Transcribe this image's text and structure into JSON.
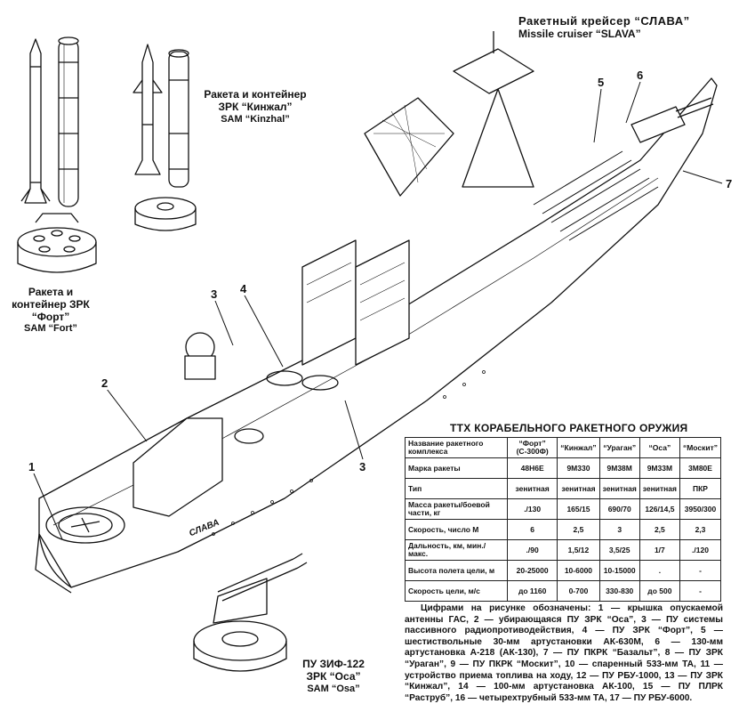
{
  "header": {
    "title_ru": "Ракетный крейсер “СЛАВА”",
    "title_en": "Missile cruiser “SLAVA”"
  },
  "captions": {
    "kinzhal_ru": "Ракета и контейнер ЗРК “Кинжал”",
    "kinzhal_en": "SAM “Kinzhal”",
    "fort_ru": "Ракета и контейнер ЗРК “Форт”",
    "fort_en": "SAM “Fort”",
    "osa_ru": "ПУ ЗИФ-122 ЗРК “Оса”",
    "osa_en": "SAM “Osa”"
  },
  "hull_name": "СЛАВА",
  "callouts": [
    "1",
    "2",
    "3",
    "4",
    "5",
    "6",
    "7",
    "3"
  ],
  "ttx": {
    "title": "ТТХ КОРАБЕЛЬНОГО РАКЕТНОГО ОРУЖИЯ",
    "columns": [
      "Название ракетного комплекса",
      "“Форт” (С-300Ф)",
      "“Кинжал”",
      "“Ураган”",
      "“Оса”",
      "“Москит”"
    ],
    "rows": [
      [
        "Марка ракеты",
        "48Н6Е",
        "9М330",
        "9М38М",
        "9М33М",
        "3М80Е"
      ],
      [
        "Тип",
        "зенитная",
        "зенитная",
        "зенитная",
        "зенитная",
        "ПКР"
      ],
      [
        "Масса ракеты/боевой части, кг",
        "./130",
        "165/15",
        "690/70",
        "126/14,5",
        "3950/300"
      ],
      [
        "Скорость, число М",
        "6",
        "2,5",
        "3",
        "2,5",
        "2,3"
      ],
      [
        "Дальность, км, мин./ макс.",
        "./90",
        "1,5/12",
        "3,5/25",
        "1/7",
        "./120"
      ],
      [
        "Высота полета цели, м",
        "20-25000",
        "10-6000",
        "10-15000",
        ".",
        "-"
      ],
      [
        "Скорость цели, м/с",
        "до 1160",
        "0-700",
        "330-830",
        "до 500",
        "-"
      ]
    ]
  },
  "legend": "Цифрами на рисунке обозначены: 1 — крышка опускаемой антенны ГАС, 2 — убирающаяся ПУ ЗРК “Оса”, 3 — ПУ системы пассивного радиопротиводействия, 4 — ПУ ЗРК “Форт”, 5 — шестиствольные 30-мм артустановки АК-630М, 6 — 130-мм артустановка А-218 (АК-130), 7 — ПУ ПКРК “Базальт”, 8 — ПУ ЗРК “Ураган”, 9 — ПУ ПКРК “Москит”, 10 — спаренный 533-мм ТА, 11 — устройство приема топлива на ходу, 12 — ПУ РБУ-1000, 13 — ПУ ЗРК “Кинжал”, 14 — 100-мм артустановка АК-100, 15 — ПУ ПЛРК “Раструб”, 16 — четырехтрубный 533-мм ТА, 17 — ПУ РБУ-6000."
}
